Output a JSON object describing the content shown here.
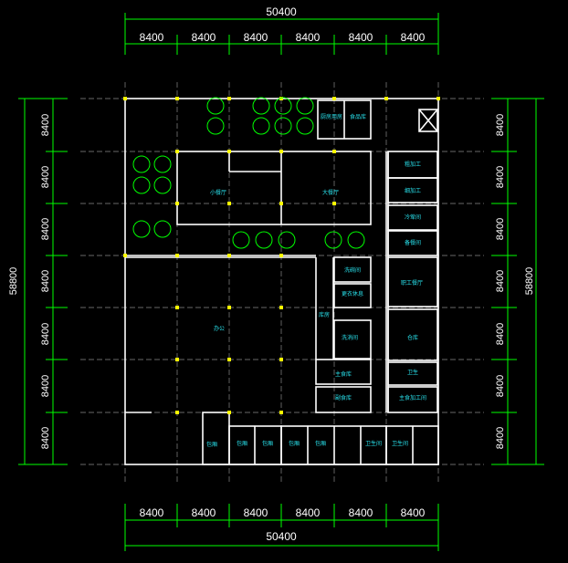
{
  "drawing": {
    "colors": {
      "background": "#000000",
      "dimension": "#00ff00",
      "wall": "#ffffff",
      "column": "#ffff00",
      "tree": "#00ff00",
      "room_label": "#29e3ee",
      "axis": "#8a8a8a"
    },
    "top_total": "50400",
    "top_spans": [
      "8400",
      "8400",
      "8400",
      "8400",
      "8400",
      "8400"
    ],
    "bottom_total": "50400",
    "bottom_spans": [
      "8400",
      "8400",
      "8400",
      "8400",
      "8400",
      "8400"
    ],
    "left_total": "58800",
    "left_spans": [
      "8400",
      "8400",
      "8400",
      "8400",
      "8400",
      "8400",
      "8400"
    ],
    "right_total": "58800",
    "right_spans": [
      "8400",
      "8400",
      "8400",
      "8400",
      "8400",
      "8400",
      "8400"
    ]
  },
  "rooms": {
    "r1": "厨房用房",
    "r2": "食品库",
    "r3": "小餐厅",
    "r4": "大餐厅",
    "r5": "粗加工",
    "r6": "细加工",
    "r7": "冷荤间",
    "r8": "备餐间",
    "r9": "洗碗间",
    "r10": "更衣休息",
    "r11": "职工餐厅",
    "r12": "办公",
    "r13": "库房",
    "r14": "洗消间",
    "r15": "仓库",
    "r16": "主食库",
    "r17": "副食库",
    "r18": "卫生",
    "r19": "包厢",
    "r20": "包厢",
    "r21": "包厢",
    "r22": "包厢",
    "r23": "包厢",
    "r24": "卫生间",
    "r25": "卫生间",
    "r26": "主食加工间"
  }
}
